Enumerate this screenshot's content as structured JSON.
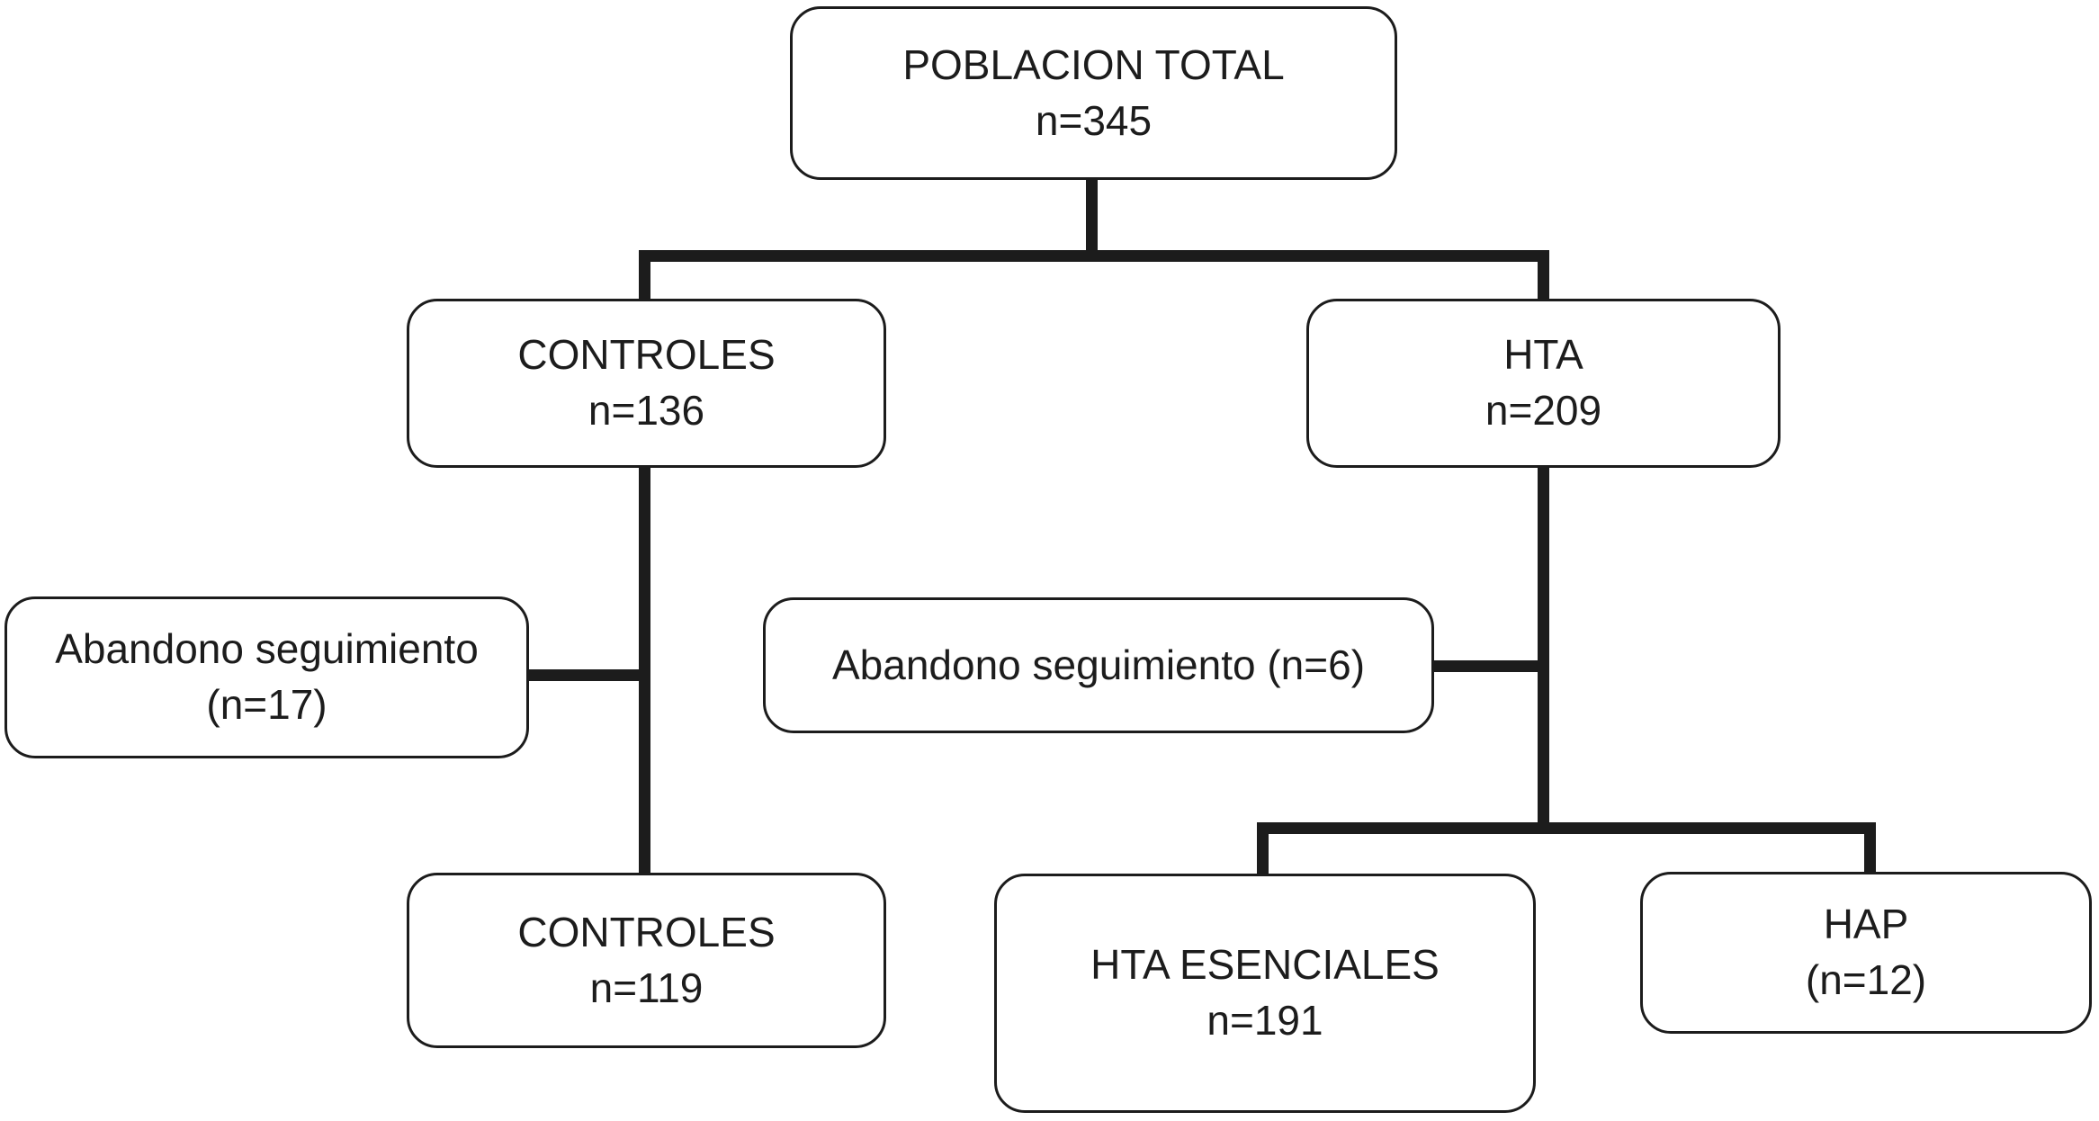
{
  "diagram": {
    "type": "flowchart",
    "nodes": {
      "poblacion_total": {
        "line1": "POBLACION TOTAL",
        "line2": "n=345"
      },
      "controles": {
        "line1": "CONTROLES",
        "line2": "n=136"
      },
      "hta": {
        "line1": "HTA",
        "line2": "n=209"
      },
      "abandono_controles": {
        "line1": "Abandono seguimiento",
        "line2": "(n=17)"
      },
      "abandono_hta": {
        "line1": "Abandono seguimiento (n=6)"
      },
      "controles_final": {
        "line1": "CONTROLES",
        "line2": "n=119"
      },
      "hta_esenciales": {
        "line1": "HTA ESENCIALES",
        "line2": "n=191"
      },
      "hap": {
        "line1": "HAP",
        "line2": "(n=12)"
      }
    },
    "colors": {
      "background": "#ffffff",
      "box_fill": "#ffffff",
      "box_border": "#1c1c1c",
      "line": "#1c1c1c",
      "text": "#1c1c1c"
    }
  }
}
